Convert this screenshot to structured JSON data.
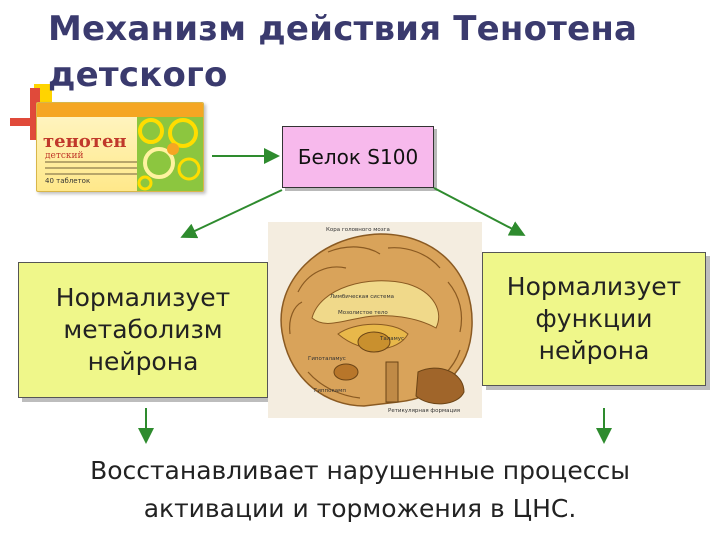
{
  "title": "Механизм действия Тенотена детского",
  "pack": {
    "name": "тенотен",
    "subtitle": "детский",
    "count": "40 таблеток"
  },
  "protein_box": {
    "label": "Белок S100"
  },
  "left_box": {
    "label": "Нормализует\nметаболизм\nнейрона"
  },
  "right_box": {
    "label": "Нормализует\nфункции\nнейрона"
  },
  "brain_labels": {
    "top": "Кора головного мозга",
    "limbic": "Лимбическая система",
    "corpus": "Мозолистое тело",
    "thalamus": "Таламус",
    "hypothal": "Гипоталамус",
    "hippocampus": "Гиппокамп",
    "reticular": "Ретикулярная формация"
  },
  "bottom_text": "Восстанавливает нарушенные процессы\nактивации и торможения в ЦНС.",
  "colors": {
    "title": "#3a3a6e",
    "green_box": "#eff78a",
    "pink_box": "#f7b9ec",
    "arrow": "#2e8b2e"
  }
}
